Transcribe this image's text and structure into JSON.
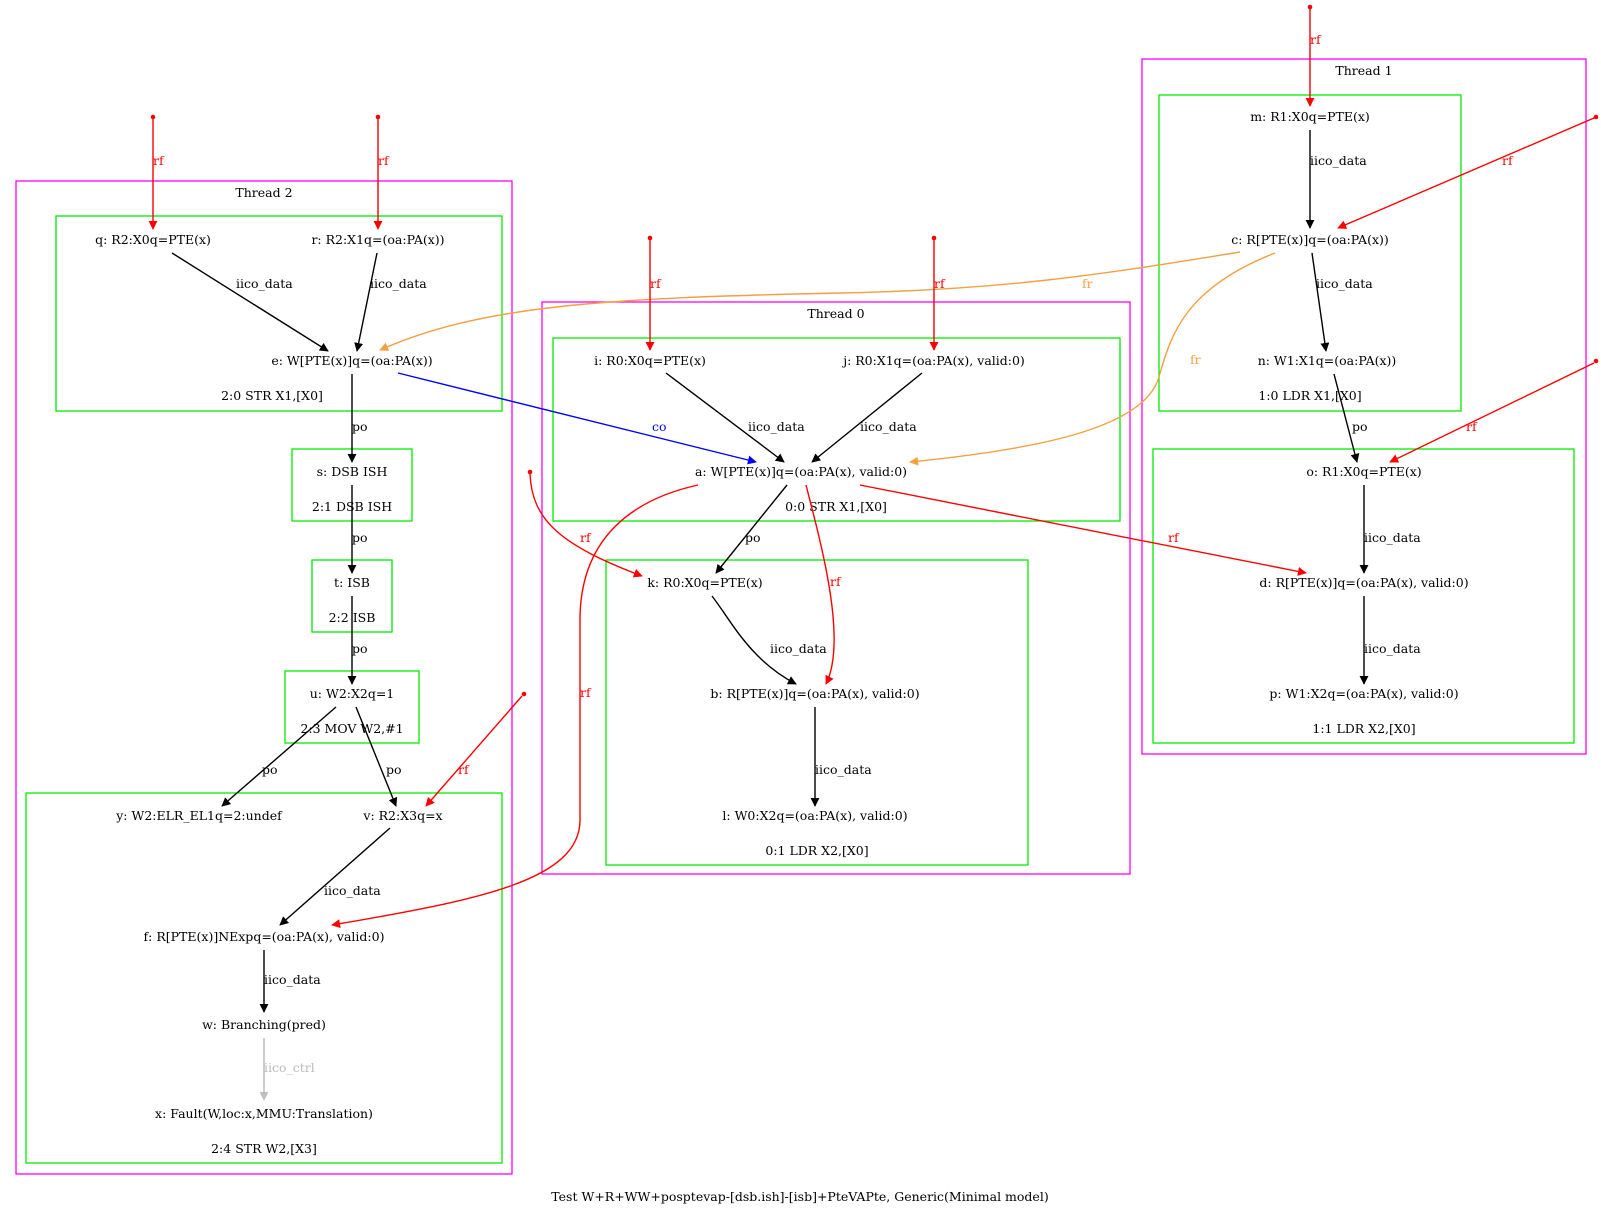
{
  "caption": "Test W+R+WW+posptevap-[dsb.ish]-[isb]+PteVAPte, Generic(Minimal model)",
  "colors": {
    "thread_box": "#ff00ff",
    "instruction_box": "#00ee00",
    "rf": "#ff0000",
    "co": "#0000ff",
    "fr": "#f4a041",
    "iico_ctrl": "#c0c0c0",
    "default": "#000000"
  },
  "threads": {
    "t0": {
      "title": "Thread 0"
    },
    "t1": {
      "title": "Thread 1"
    },
    "t2": {
      "title": "Thread 2"
    }
  },
  "instructions": {
    "i00": "0:0 STR X1,[X0]",
    "i01": "0:1 LDR X2,[X0]",
    "i10": "1:0 LDR X1,[X0]",
    "i11": "1:1 LDR X2,[X0]",
    "i20": "2:0 STR X1,[X0]",
    "i21": "2:1 DSB ISH",
    "i22": "2:2 ISB",
    "i23": "2:3 MOV W2,#1",
    "i24": "2:4 STR W2,[X3]"
  },
  "events": {
    "a": "a: W[PTE(x)]q=(oa:PA(x), valid:0)",
    "b": "b: R[PTE(x)]q=(oa:PA(x), valid:0)",
    "c": "c: R[PTE(x)]q=(oa:PA(x))",
    "d": "d: R[PTE(x)]q=(oa:PA(x), valid:0)",
    "e": "e: W[PTE(x)]q=(oa:PA(x))",
    "f": "f: R[PTE(x)]NExpq=(oa:PA(x), valid:0)",
    "i": "i: R0:X0q=PTE(x)",
    "j": "j: R0:X1q=(oa:PA(x), valid:0)",
    "k": "k: R0:X0q=PTE(x)",
    "l": "l: W0:X2q=(oa:PA(x), valid:0)",
    "m": "m: R1:X0q=PTE(x)",
    "n": "n: W1:X1q=(oa:PA(x))",
    "o": "o: R1:X0q=PTE(x)",
    "p": "p: W1:X2q=(oa:PA(x), valid:0)",
    "q": "q: R2:X0q=PTE(x)",
    "r": "r: R2:X1q=(oa:PA(x))",
    "s": "s: DSB ISH",
    "t": "t: ISB",
    "u": "u: W2:X2q=1",
    "v": "v: R2:X3q=x",
    "w": "w: Branching(pred)",
    "x": "x: Fault(W,loc:x,MMU:Translation)",
    "y": "y: W2:ELR_EL1q=2:undef"
  },
  "edge_labels": {
    "rf": "rf",
    "po": "po",
    "co": "co",
    "fr": "fr",
    "iico_data": "iico_data",
    "iico_ctrl": "iico_ctrl"
  }
}
